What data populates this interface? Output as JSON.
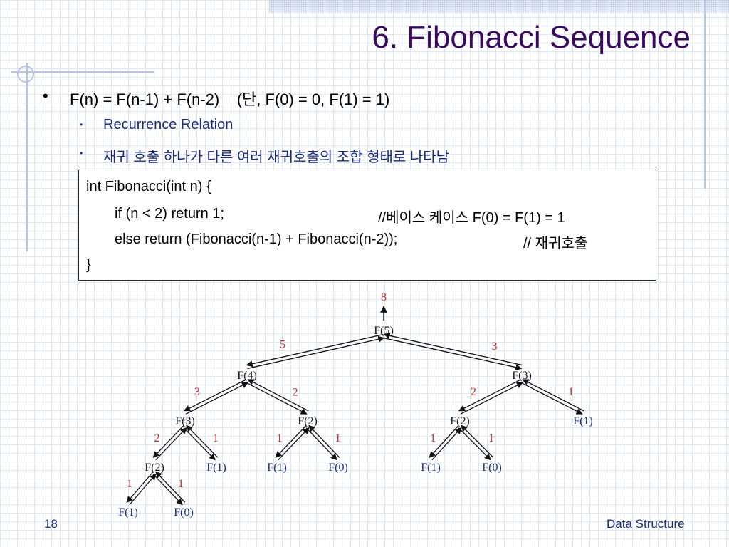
{
  "slide": {
    "title": "6. Fibonacci Sequence",
    "bullet": {
      "marker": "•",
      "text": "F(n) = F(n-1) + F(n-2)    (단, F(0) = 0, F(1) = 1)"
    },
    "sub_bullets": [
      {
        "marker": "•",
        "text": "Recurrence Relation"
      },
      {
        "marker": "•",
        "text": "재귀 호출 하나가 다른 여러 재귀호출의 조합 형태로 나타남"
      }
    ],
    "code": {
      "line1": "int Fibonacci(int n) {",
      "line2_code": "if (n < 2) return 1;",
      "line2_comment": "//베이스 케이스 F(0) = F(1) = 1",
      "line3_code": "else return (Fibonacci(n-1) + Fibonacci(n-2));",
      "line3_comment": "// 재귀호출",
      "line4": "}"
    },
    "page_number": "18",
    "footer": "Data Structure"
  },
  "tree": {
    "nodes": [
      {
        "id": "r",
        "label": "F(5)",
        "blue": false
      },
      {
        "id": "l",
        "label": "F(4)",
        "blue": false
      },
      {
        "id": "rr",
        "label": "F(3)",
        "blue": false
      },
      {
        "id": "ll",
        "label": "F(3)",
        "blue": false
      },
      {
        "id": "lr",
        "label": "F(2)",
        "blue": false
      },
      {
        "id": "rrl",
        "label": "F(2)",
        "blue": false
      },
      {
        "id": "rrr",
        "label": "F(1)",
        "blue": true
      },
      {
        "id": "lll",
        "label": "F(2)",
        "blue": false
      },
      {
        "id": "llr",
        "label": "F(1)",
        "blue": true
      },
      {
        "id": "lrl",
        "label": "F(1)",
        "blue": true
      },
      {
        "id": "lrr",
        "label": "F(0)",
        "blue": true
      },
      {
        "id": "rrll",
        "label": "F(1)",
        "blue": true
      },
      {
        "id": "rrlr",
        "label": "F(0)",
        "blue": true
      },
      {
        "id": "llll",
        "label": "F(1)",
        "blue": true
      },
      {
        "id": "lllr",
        "label": "F(0)",
        "blue": true
      }
    ],
    "edges": [
      {
        "from": "r",
        "to": "l",
        "value": "5"
      },
      {
        "from": "r",
        "to": "rr",
        "value": "3"
      },
      {
        "from": "l",
        "to": "ll",
        "value": "3"
      },
      {
        "from": "l",
        "to": "lr",
        "value": "2"
      },
      {
        "from": "rr",
        "to": "rrl",
        "value": "2"
      },
      {
        "from": "rr",
        "to": "rrr",
        "value": "1"
      },
      {
        "from": "ll",
        "to": "lll",
        "value": "2"
      },
      {
        "from": "ll",
        "to": "llr",
        "value": "1"
      },
      {
        "from": "lr",
        "to": "lrl",
        "value": "1"
      },
      {
        "from": "lr",
        "to": "lrr",
        "value": "1"
      },
      {
        "from": "rrl",
        "to": "rrll",
        "value": "1"
      },
      {
        "from": "rrl",
        "to": "rrlr",
        "value": "1"
      },
      {
        "from": "lll",
        "to": "llll",
        "value": "1"
      },
      {
        "from": "lll",
        "to": "lllr",
        "value": "1"
      }
    ],
    "root_result": "8"
  }
}
